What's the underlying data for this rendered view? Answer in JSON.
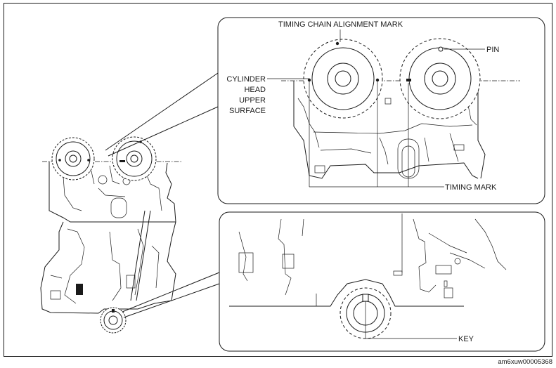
{
  "labels": {
    "timing_chain_alignment_mark": "TIMING CHAIN ALIGNMENT MARK",
    "pin": "PIN",
    "cylinder_head_upper_surface": [
      "CYLINDER",
      "HEAD",
      "UPPER",
      "SURFACE"
    ],
    "timing_mark": "TIMING MARK",
    "key": "KEY",
    "figure_code": "am6xuw00005368"
  }
}
